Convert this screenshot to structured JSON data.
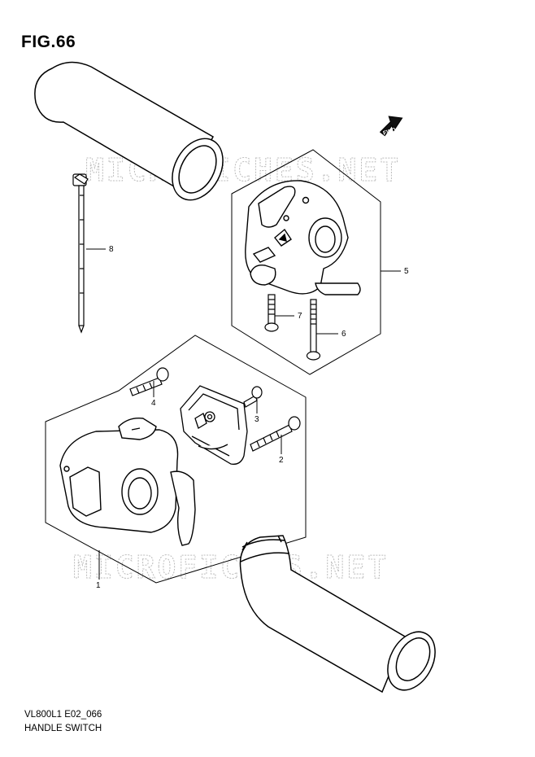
{
  "figure": {
    "title": "FIG.66",
    "model_code": "VL800L1 E02_066",
    "caption": "HANDLE SWITCH"
  },
  "watermark": {
    "text": "MICROFICHES.NET"
  },
  "fwd_badge": {
    "label": "FWD"
  },
  "callouts": [
    {
      "id": "1"
    },
    {
      "id": "2"
    },
    {
      "id": "3"
    },
    {
      "id": "4"
    },
    {
      "id": "5"
    },
    {
      "id": "6"
    },
    {
      "id": "7"
    },
    {
      "id": "8"
    }
  ],
  "colors": {
    "line": "#000000",
    "watermark": "#bcbcbc"
  }
}
